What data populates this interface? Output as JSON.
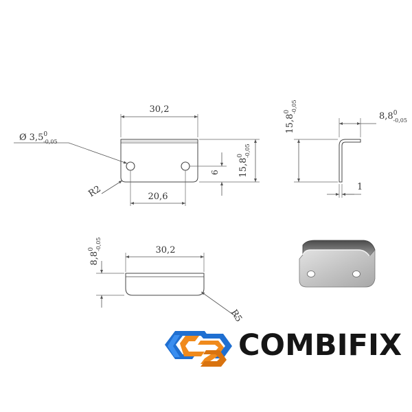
{
  "front_view": {
    "width": "30,2",
    "height": "15,8",
    "height_tol_upper": "0",
    "height_tol_lower": "-0,05",
    "hole_spacing": "20,6",
    "hole_height": "6",
    "hole_diameter": "3,5",
    "hole_tol_upper": "0",
    "hole_tol_lower": "-0,05",
    "corner_radius": "R2",
    "diameter_symbol": "Ø"
  },
  "side_view": {
    "height": "15,8",
    "height_tol_upper": "0",
    "height_tol_lower": "-0,05",
    "flange": "8,8",
    "flange_tol_upper": "0",
    "flange_tol_lower": "-0,05",
    "thickness": "1"
  },
  "top_view": {
    "width": "30,2",
    "depth": "8,8",
    "depth_tol_upper": "0",
    "depth_tol_lower": "-0,05",
    "bend_radius": "R5"
  },
  "brand": {
    "name": "COMBIFIX",
    "colors": {
      "blue": "#1f6fd1",
      "orange": "#f08a1c",
      "text": "#151515"
    }
  }
}
